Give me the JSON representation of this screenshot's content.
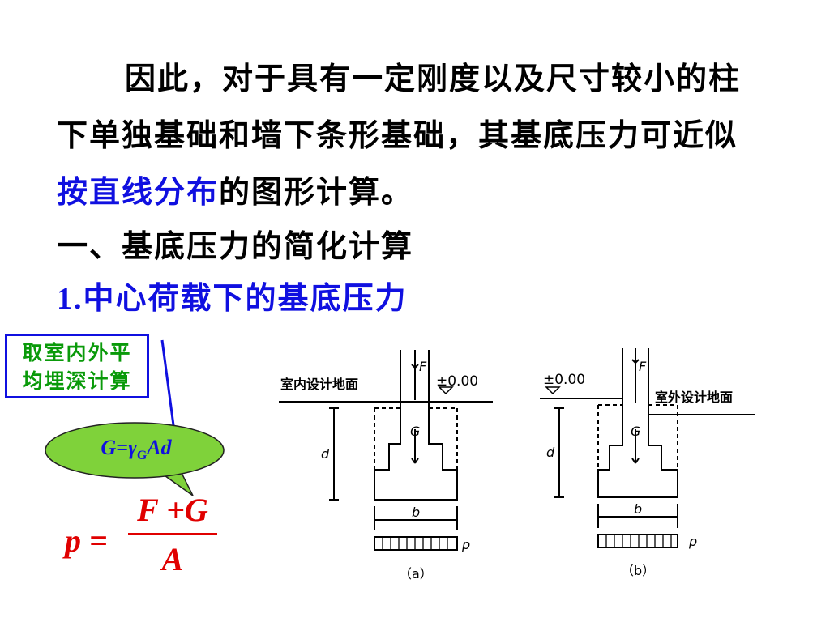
{
  "paragraph": {
    "part1": "因此，对于具有一定刚度以及尺寸较小的柱下单独基础和墙下条形基础，其基底压力可近似",
    "highlight": "按直线分布",
    "part2": "的图形计算。"
  },
  "heading1": "一、基底压力的简化计算",
  "heading2": {
    "number": "1.",
    "text": "中心荷载下的基底压力"
  },
  "note": {
    "line1": "取室内外平",
    "line2": "均埋深计算"
  },
  "g_formula": {
    "lhs": "G=",
    "gamma": "γ",
    "sub": "G",
    "rest": "Ad"
  },
  "p_formula": {
    "lhs": "p =",
    "numerator": "F +G",
    "denominator": "A"
  },
  "diagram_a": {
    "ground_label": "室内设计地面",
    "elevation": "±0.00",
    "force": "F",
    "weight": "G",
    "depth": "d",
    "width": "b",
    "pressure": "p",
    "caption": "（a）"
  },
  "diagram_b": {
    "ground_label": "室外设计地面",
    "elevation": "±0.00",
    "force": "F",
    "weight": "G",
    "depth": "d",
    "width": "b",
    "pressure": "p",
    "caption": "（b）"
  },
  "colors": {
    "highlight_blue": "#1010e0",
    "note_green": "#0a9a0a",
    "callout_fill": "#7fd23a",
    "formula_red": "#e00000"
  }
}
